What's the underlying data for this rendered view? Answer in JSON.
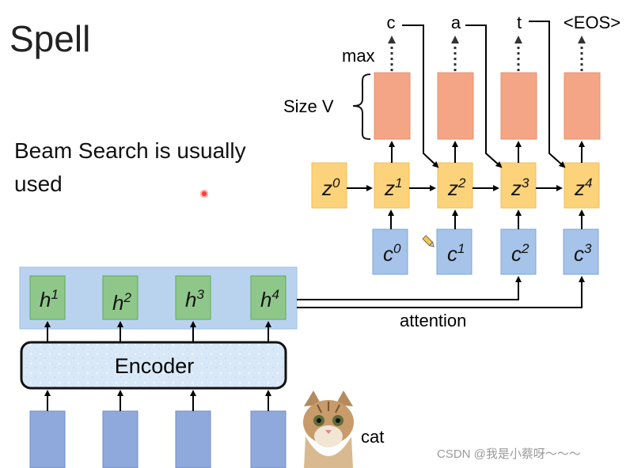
{
  "slide": {
    "title": "Spell",
    "bullet": "Beam Search is usually used",
    "watermark": "CSDN @我是小蔡呀～～～"
  },
  "diagram": {
    "outputs": [
      "c",
      "a",
      "t",
      "<EOS>"
    ],
    "max_label": "max",
    "size_label": "Size V",
    "z_states": [
      {
        "base": "z",
        "sup": "0"
      },
      {
        "base": "z",
        "sup": "1"
      },
      {
        "base": "z",
        "sup": "2"
      },
      {
        "base": "z",
        "sup": "3"
      },
      {
        "base": "z",
        "sup": "4"
      }
    ],
    "c_contexts": [
      {
        "base": "c",
        "sup": "0"
      },
      {
        "base": "c",
        "sup": "1"
      },
      {
        "base": "c",
        "sup": "2"
      },
      {
        "base": "c",
        "sup": "3"
      }
    ],
    "h_states": [
      {
        "base": "h",
        "sup": "1"
      },
      {
        "base": "h",
        "sup": "2"
      },
      {
        "base": "h",
        "sup": "3"
      },
      {
        "base": "h",
        "sup": "4"
      }
    ],
    "encoder_label": "Encoder",
    "attention_label": "attention",
    "input_label": "cat"
  },
  "colors": {
    "output_box": "#f4a585",
    "z_box": "#fcd27a",
    "c_box": "#a6c3ea",
    "h_box": "#8fc78a",
    "encoder_band": "#b9d3ef",
    "input_box": "#8fa9dc"
  }
}
